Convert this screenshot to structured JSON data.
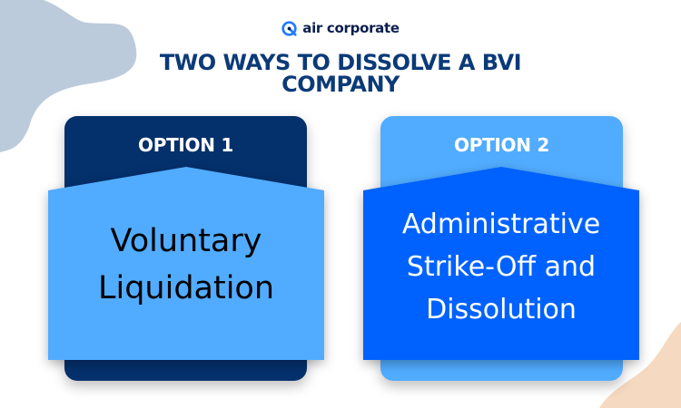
{
  "logo": {
    "icon": "air-corporate-logo-icon",
    "text": "air corporate",
    "color": "#0b1f4d"
  },
  "title": {
    "line1": "TWO WAYS TO DISSOLVE A BVI",
    "line2": "COMPANY",
    "color": "#0b3a78"
  },
  "options": [
    {
      "label": "OPTION 1",
      "text_line1": "Voluntary",
      "text_line2": "Liquidation",
      "back_color": "#04306c",
      "front_color": "#51acff",
      "text_color": "#000000"
    },
    {
      "label": "OPTION 2",
      "text_line1": "Administrative",
      "text_line2": "Strike-Off and",
      "text_line3": "Dissolution",
      "back_color": "#51acff",
      "front_color": "#0062fe",
      "text_color": "#ffffff"
    }
  ],
  "decor": {
    "top_left_blob": "#bccbdb",
    "bottom_right_blob": "#f6d9c1"
  }
}
